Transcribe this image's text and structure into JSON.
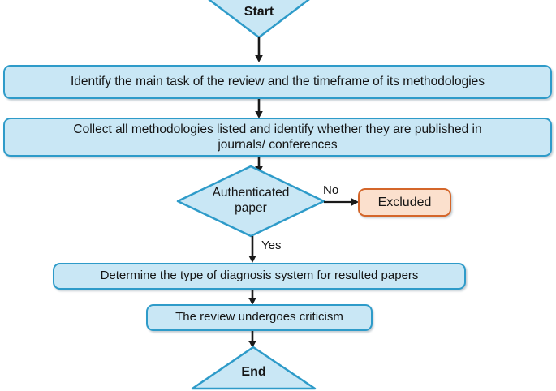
{
  "diagram": {
    "title": "Systematic review process flowchart",
    "colors": {
      "node_fill": "#c9e7f5",
      "node_stroke": "#2e9bc9",
      "excluded_fill": "#fbe0cd",
      "excluded_stroke": "#d4662a",
      "connector": "#1a1a1a",
      "text": "#141414",
      "background": "#ffffff"
    },
    "nodes": {
      "start": {
        "label": "Start",
        "shape": "triangle-down"
      },
      "step1": {
        "label": "Identify the main task of the review and the timeframe of its methodologies",
        "shape": "rounded-rect"
      },
      "step2_line1": "Collect all methodologies listed and identify whether they are published in",
      "step2_line2": "journals/ conferences",
      "decision_line1": "Authenticated",
      "decision_line2": "paper",
      "excluded": {
        "label": "Excluded",
        "shape": "rounded-rect"
      },
      "step3": {
        "label": "Determine the type of diagnosis system for resulted papers",
        "shape": "rounded-rect"
      },
      "step4": {
        "label": "The review undergoes criticism",
        "shape": "rounded-rect"
      },
      "end": {
        "label": "End",
        "shape": "triangle-up"
      }
    },
    "edge_labels": {
      "no": "No",
      "yes": "Yes"
    }
  }
}
